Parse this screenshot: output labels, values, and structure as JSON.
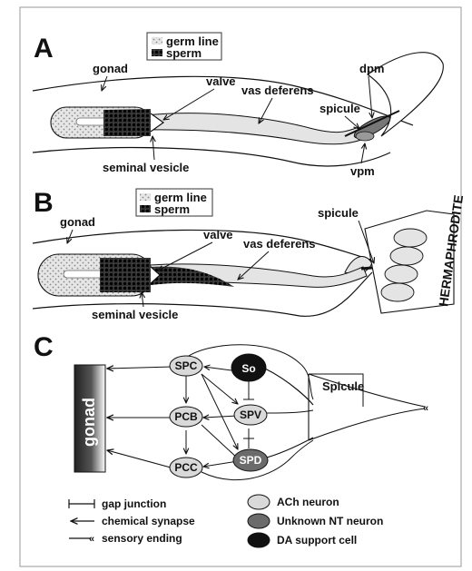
{
  "panel_a": {
    "letter": "A",
    "legend": {
      "germ_line": "germ line",
      "sperm": "sperm"
    },
    "labels": {
      "gonad": "gonad",
      "valve": "valve",
      "vas_deferens": "vas deferens",
      "dpm": "dpm",
      "spicule": "spicule",
      "seminal_vesicle": "seminal vesicle",
      "vpm": "vpm"
    }
  },
  "panel_b": {
    "letter": "B",
    "legend": {
      "germ_line": "germ line",
      "sperm": "sperm"
    },
    "labels": {
      "gonad": "gonad",
      "valve": "valve",
      "vas_deferens": "vas deferens",
      "spicule": "spicule",
      "seminal_vesicle": "seminal vesicle",
      "hermaphrodite": "HERMAPHRODITE"
    }
  },
  "panel_c": {
    "letter": "C",
    "gonad": "gonad",
    "spicule": "Spicule",
    "nodes": {
      "spc": "SPC",
      "pcb": "PCB",
      "pcc": "PCC",
      "so": "So",
      "spv": "SPV",
      "spd": "SPD"
    },
    "legend": {
      "gap_junction": "gap junction",
      "chemical_synapse": "chemical synapse",
      "sensory_ending": "sensory ending",
      "ach_neuron": "ACh neuron",
      "unknown_nt_neuron": "Unknown NT neuron",
      "da_support_cell": "DA support cell"
    },
    "colors": {
      "ach_neuron": "#d9d9d9",
      "unknown_nt_neuron": "#6b6b6b",
      "da_support_cell": "#111111"
    }
  }
}
